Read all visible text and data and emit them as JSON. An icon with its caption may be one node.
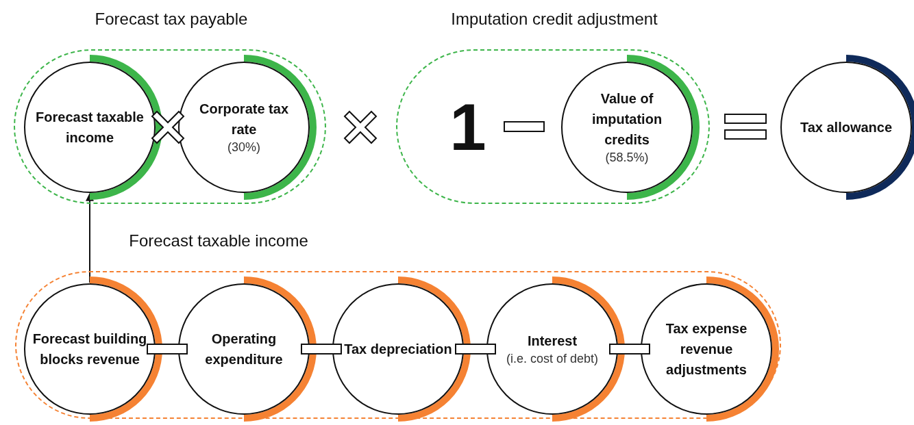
{
  "diagram": {
    "nodes": [
      {
        "text": [
          "Forecast tax payable"
        ]
      },
      {
        "text": [
          "Forecast taxable income"
        ],
        "in": 0
      },
      {
        "text": [
          "Corporate tax rate",
          "(30%)"
        ],
        "in": 0
      },
      {
        "text": [
          "Imputation credit adjustment"
        ]
      },
      {
        "text": [
          "Value of imputation credits",
          "(58.5%)"
        ],
        "in": 3
      },
      {
        "text": [
          "Tax allowance"
        ]
      },
      {
        "text": [
          "Forecast taxable income"
        ]
      },
      {
        "text": [
          "Forecast building blocks revenue"
        ],
        "in": 6
      },
      {
        "text": [
          "Operating expenditure"
        ],
        "in": 6
      },
      {
        "text": [
          "Tax depreciation"
        ],
        "in": 6
      },
      {
        "text": [
          "Interest",
          "(i.e. cost of debt)"
        ],
        "in": 6
      },
      {
        "text": [
          "Tax expense revenue adjustments"
        ],
        "in": 6
      }
    ],
    "edges": [
      {
        "from": 7,
        "to": 1,
        "arrow": "to"
      }
    ],
    "labels": [
      "1"
    ]
  }
}
